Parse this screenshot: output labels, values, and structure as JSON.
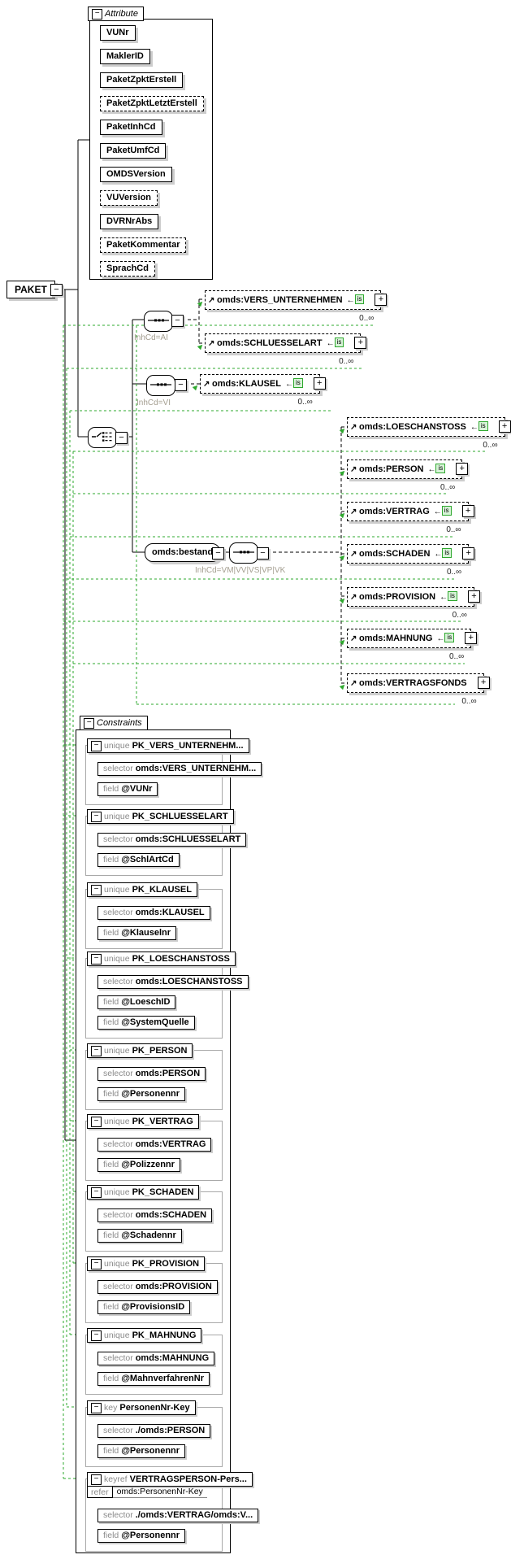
{
  "root_element": "PAKET",
  "attributes_panel": {
    "title": "Attribute",
    "items": [
      {
        "name": "VUNr",
        "optional": false
      },
      {
        "name": "MaklerID",
        "optional": false
      },
      {
        "name": "PaketZpktErstell",
        "optional": false
      },
      {
        "name": "PaketZpktLetztErstell",
        "optional": true
      },
      {
        "name": "PaketInhCd",
        "optional": false
      },
      {
        "name": "PaketUmfCd",
        "optional": false
      },
      {
        "name": "OMDSVersion",
        "optional": false
      },
      {
        "name": "VUVersion",
        "optional": true
      },
      {
        "name": "DVRNrAbs",
        "optional": false
      },
      {
        "name": "PaketKommentar",
        "optional": true
      },
      {
        "name": "SprachCd",
        "optional": true
      }
    ]
  },
  "content_model": {
    "branch_labels": [
      "InhCd=AI",
      "InhCd=VI",
      "InhCd=VM|VV|VS|VP|VK"
    ],
    "bestand_element": "omds:bestand",
    "elements": [
      {
        "name": "omds:VERS_UNTERNEHMEN",
        "occurs": "0..∞",
        "badge": "is"
      },
      {
        "name": "omds:SCHLUESSELART",
        "occurs": "0..∞",
        "badge": "is"
      },
      {
        "name": "omds:KLAUSEL",
        "occurs": "0..∞",
        "badge": "is"
      },
      {
        "name": "omds:LOESCHANSTOSS",
        "occurs": "0..∞",
        "badge": "is"
      },
      {
        "name": "omds:PERSON",
        "occurs": "0..∞",
        "badge": "is"
      },
      {
        "name": "omds:VERTRAG",
        "occurs": "0..∞",
        "badge": "is"
      },
      {
        "name": "omds:SCHADEN",
        "occurs": "0..∞",
        "badge": "is"
      },
      {
        "name": "omds:PROVISION",
        "occurs": "0..∞",
        "badge": "is"
      },
      {
        "name": "omds:MAHNUNG",
        "occurs": "0..∞",
        "badge": "is"
      },
      {
        "name": "omds:VERTRAGSFONDS",
        "occurs": "0..∞",
        "badge": null
      }
    ]
  },
  "constraints_panel": {
    "title": "Constraints",
    "row_labels": {
      "selector": "selector",
      "field": "field",
      "refer": "refer"
    },
    "items": [
      {
        "kind": "unique",
        "name": "PK_VERS_UNTERNEHM...",
        "selector": "omds:VERS_UNTERNEHM...",
        "fields": [
          "@VUNr"
        ]
      },
      {
        "kind": "unique",
        "name": "PK_SCHLUESSELART",
        "selector": "omds:SCHLUESSELART",
        "fields": [
          "@SchlArtCd"
        ]
      },
      {
        "kind": "unique",
        "name": "PK_KLAUSEL",
        "selector": "omds:KLAUSEL",
        "fields": [
          "@Klauselnr"
        ]
      },
      {
        "kind": "unique",
        "name": "PK_LOESCHANSTOSS",
        "selector": "omds:LOESCHANSTOSS",
        "fields": [
          "@LoeschID",
          "@SystemQuelle"
        ]
      },
      {
        "kind": "unique",
        "name": "PK_PERSON",
        "selector": "omds:PERSON",
        "fields": [
          "@Personennr"
        ]
      },
      {
        "kind": "unique",
        "name": "PK_VERTRAG",
        "selector": "omds:VERTRAG",
        "fields": [
          "@Polizzennr"
        ]
      },
      {
        "kind": "unique",
        "name": "PK_SCHADEN",
        "selector": "omds:SCHADEN",
        "fields": [
          "@Schadennr"
        ]
      },
      {
        "kind": "unique",
        "name": "PK_PROVISION",
        "selector": "omds:PROVISION",
        "fields": [
          "@ProvisionsID"
        ]
      },
      {
        "kind": "unique",
        "name": "PK_MAHNUNG",
        "selector": "omds:MAHNUNG",
        "fields": [
          "@MahnverfahrenNr"
        ]
      },
      {
        "kind": "key",
        "name": "PersonenNr-Key",
        "selector": "./omds:PERSON",
        "fields": [
          "@Personennr"
        ]
      },
      {
        "kind": "keyref",
        "name": "VERTRAGSPERSON-Pers...",
        "refer": "omds:PersonenNr-Key",
        "selector": "./omds:VERTRAG/omds:V...",
        "fields": [
          "@Personennr"
        ]
      }
    ]
  }
}
